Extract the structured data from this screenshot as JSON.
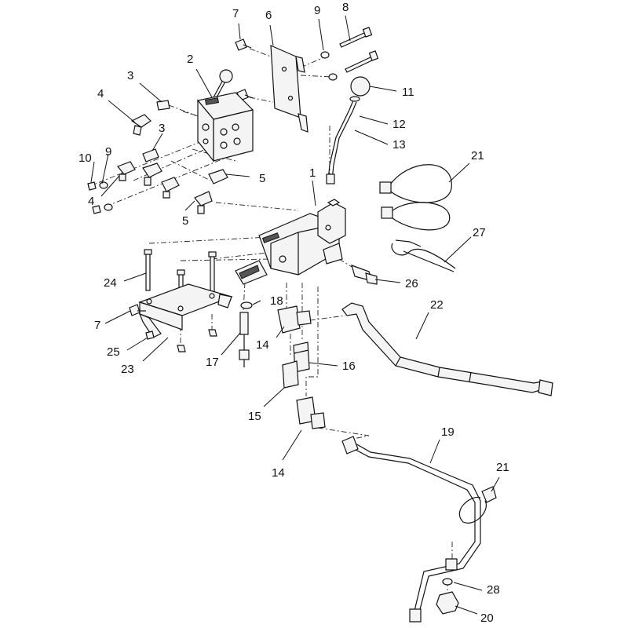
{
  "diagram": {
    "callouts": [
      {
        "id": "c1",
        "text": "1"
      },
      {
        "id": "c2",
        "text": "2"
      },
      {
        "id": "c3a",
        "text": "3"
      },
      {
        "id": "c3b",
        "text": "3"
      },
      {
        "id": "c4a",
        "text": "4"
      },
      {
        "id": "c4b",
        "text": "4"
      },
      {
        "id": "c5a",
        "text": "5"
      },
      {
        "id": "c5b",
        "text": "5"
      },
      {
        "id": "c6",
        "text": "6"
      },
      {
        "id": "c7a",
        "text": "7"
      },
      {
        "id": "c7b",
        "text": "7"
      },
      {
        "id": "c8",
        "text": "8"
      },
      {
        "id": "c9a",
        "text": "9"
      },
      {
        "id": "c9b",
        "text": "9"
      },
      {
        "id": "c10",
        "text": "10"
      },
      {
        "id": "c11",
        "text": "11"
      },
      {
        "id": "c12",
        "text": "12"
      },
      {
        "id": "c13",
        "text": "13"
      },
      {
        "id": "c14a",
        "text": "14"
      },
      {
        "id": "c14b",
        "text": "14"
      },
      {
        "id": "c15",
        "text": "15"
      },
      {
        "id": "c16",
        "text": "16"
      },
      {
        "id": "c17",
        "text": "17"
      },
      {
        "id": "c18",
        "text": "18"
      },
      {
        "id": "c19",
        "text": "19"
      },
      {
        "id": "c20",
        "text": "20"
      },
      {
        "id": "c21a",
        "text": "21"
      },
      {
        "id": "c21b",
        "text": "21"
      },
      {
        "id": "c22",
        "text": "22"
      },
      {
        "id": "c23",
        "text": "23"
      },
      {
        "id": "c24",
        "text": "24"
      },
      {
        "id": "c25",
        "text": "25"
      },
      {
        "id": "c26",
        "text": "26"
      },
      {
        "id": "c27",
        "text": "27"
      },
      {
        "id": "c28",
        "text": "28"
      }
    ]
  }
}
